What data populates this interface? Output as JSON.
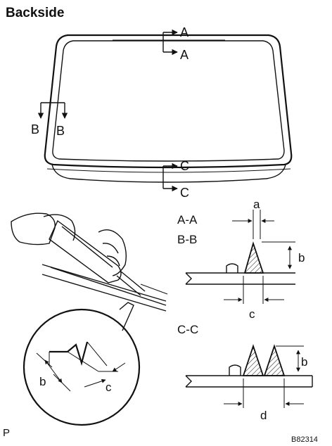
{
  "title": "Backside",
  "windshield_labels": {
    "a_top": "A",
    "a_bottom": "A",
    "b_left": "B",
    "b_right": "B",
    "c_top": "C",
    "c_bottom": "C"
  },
  "section_titles": {
    "aa": "A-A",
    "bb": "B-B",
    "cc": "C-C"
  },
  "dimensions": {
    "a": "a",
    "b_upper": "b",
    "c_upper": "c",
    "b_lower": "b",
    "d_lower": "d",
    "b_detail": "b",
    "c_detail": "c"
  },
  "footer": {
    "left_code": "P",
    "right_code": "B82314"
  }
}
